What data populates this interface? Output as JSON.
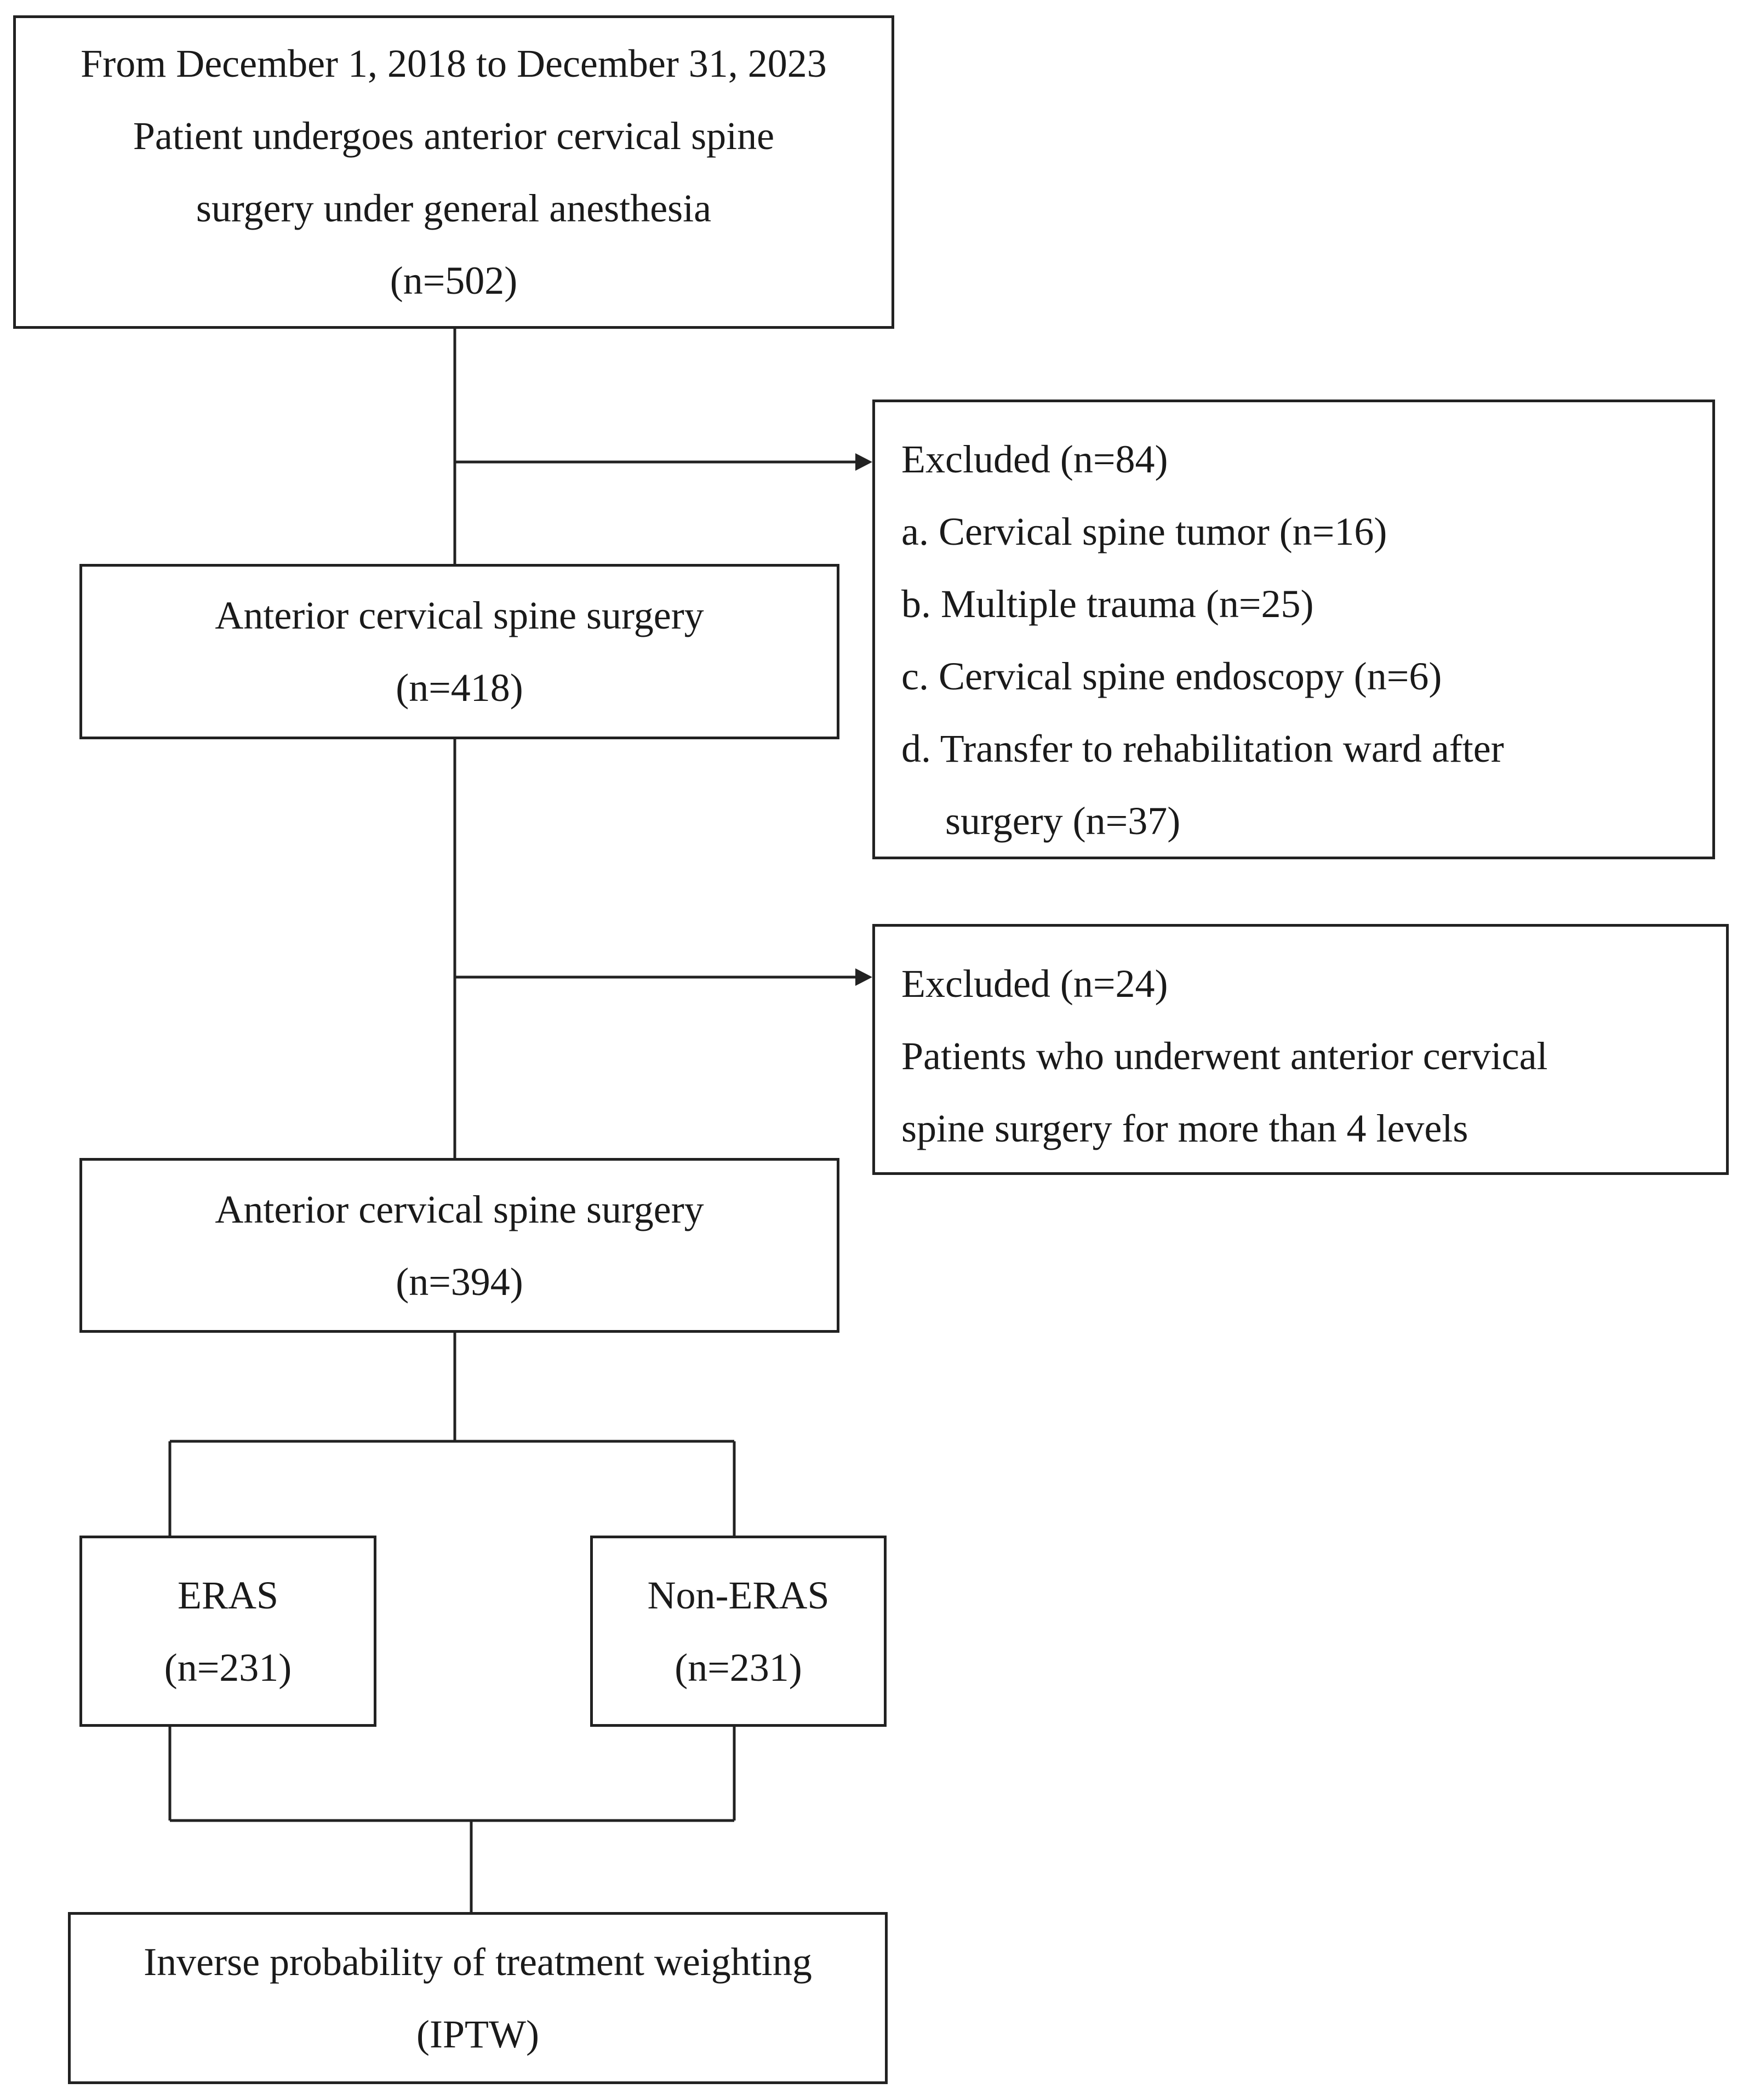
{
  "flowchart": {
    "start": {
      "line1": "From December 1, 2018 to December 31, 2023",
      "line2": "Patient undergoes anterior cervical spine",
      "line3": "surgery under general anesthesia",
      "count": "(n=502)"
    },
    "exclusion_1": {
      "title": "Excluded (n=84)",
      "items": [
        "a. Cervical spine tumor (n=16)",
        "b. Multiple trauma (n=25)",
        "c. Cervical spine endoscopy (n=6)",
        "d. Transfer to rehabilitation ward after"
      ],
      "item_continuation": "surgery (n=37)"
    },
    "step_2": {
      "label": "Anterior cervical spine surgery",
      "count": "(n=418)"
    },
    "exclusion_2": {
      "title": "Excluded (n=24)",
      "line1": "Patients who underwent anterior cervical",
      "line2": "spine surgery for more than 4 levels"
    },
    "step_3": {
      "label": "Anterior cervical spine surgery",
      "count": "(n=394)"
    },
    "group_eras": {
      "label": "ERAS",
      "count": "(n=231)"
    },
    "group_non_eras": {
      "label": "Non-ERAS",
      "count": "(n=231)"
    },
    "final": {
      "line1": "Inverse probability of treatment weighting",
      "line2": "(IPTW)"
    }
  },
  "colors": {
    "line": "#222222",
    "background": "#ffffff"
  }
}
